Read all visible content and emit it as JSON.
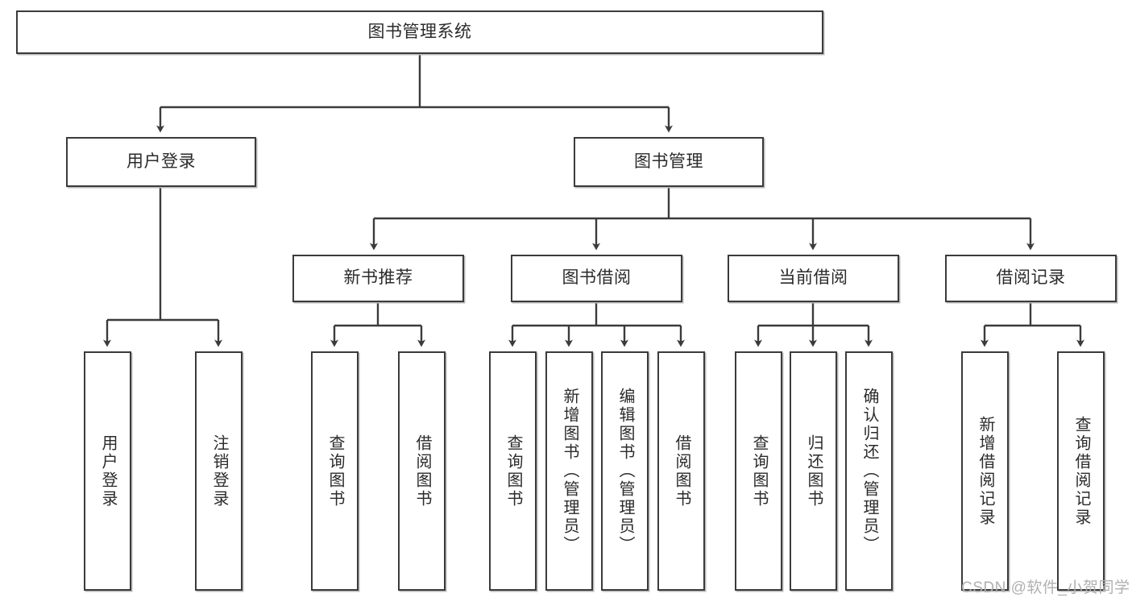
{
  "diagram": {
    "type": "tree",
    "root": {
      "id": "root",
      "label": "图书管理系统"
    },
    "level2": [
      {
        "id": "user-login",
        "label": "用户登录"
      },
      {
        "id": "book-management",
        "label": "图书管理"
      }
    ],
    "level3": [
      {
        "id": "new-book-recommend",
        "label": "新书推荐",
        "parent": "book-management"
      },
      {
        "id": "book-borrow",
        "label": "图书借阅",
        "parent": "book-management"
      },
      {
        "id": "current-borrow",
        "label": "当前借阅",
        "parent": "book-management"
      },
      {
        "id": "borrow-record",
        "label": "借阅记录",
        "parent": "book-management"
      }
    ],
    "leaves": [
      {
        "id": "leaf-user-login",
        "label": "用户登录",
        "parent": "user-login"
      },
      {
        "id": "leaf-logout-login",
        "label": "注销登录",
        "parent": "user-login"
      },
      {
        "id": "leaf-query-book-1",
        "label": "查询图书",
        "parent": "new-book-recommend"
      },
      {
        "id": "leaf-borrow-book-1",
        "label": "借阅图书",
        "parent": "new-book-recommend"
      },
      {
        "id": "leaf-query-book-2",
        "label": "查询图书",
        "parent": "book-borrow"
      },
      {
        "id": "leaf-add-book",
        "label": "新增图书（管理员）",
        "parent": "book-borrow"
      },
      {
        "id": "leaf-edit-book",
        "label": "编辑图书（管理员）",
        "parent": "book-borrow"
      },
      {
        "id": "leaf-borrow-book-2",
        "label": "借阅图书",
        "parent": "book-borrow"
      },
      {
        "id": "leaf-query-book-3",
        "label": "查询图书",
        "parent": "current-borrow"
      },
      {
        "id": "leaf-return-book",
        "label": "归还图书",
        "parent": "current-borrow"
      },
      {
        "id": "leaf-confirm-return",
        "label": "确认归还（管理员）",
        "parent": "current-borrow"
      },
      {
        "id": "leaf-add-borrow-record",
        "label": "新增借阅记录",
        "parent": "borrow-record"
      },
      {
        "id": "leaf-query-borrow-record",
        "label": "查询借阅记录",
        "parent": "borrow-record"
      }
    ]
  },
  "watermark": {
    "text": "CSDN @软件_小贺同学"
  },
  "colors": {
    "box_border": "#3b3b3b",
    "box_fill": "#ffffff",
    "text": "#2b2b2b",
    "connector": "#3b3b3b",
    "watermark": "#b0b0b0",
    "background": "#ffffff"
  }
}
